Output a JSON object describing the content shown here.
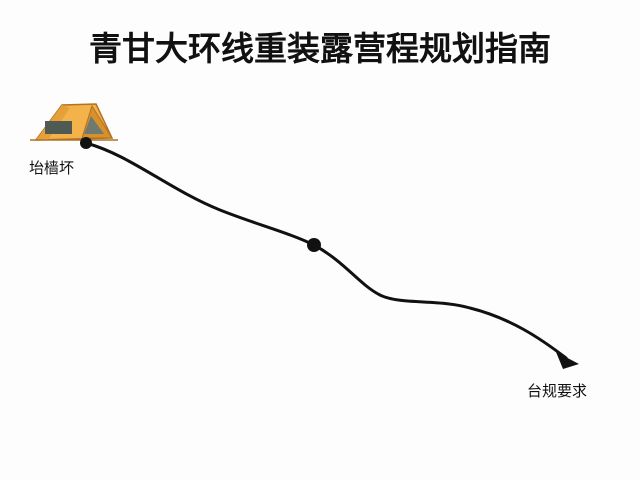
{
  "title": "青甘大环线重装露营程规划指南",
  "start": {
    "label": "坮樯坏",
    "icon": "tent-icon"
  },
  "end": {
    "label": "台规要求",
    "icon": "arrow-head-icon"
  },
  "waypoint": {
    "icon": "dot-icon"
  },
  "colors": {
    "line": "#111111",
    "tent_body": "#f3b24a",
    "tent_shade": "#d8902c",
    "tent_window": "#4f5a52"
  }
}
